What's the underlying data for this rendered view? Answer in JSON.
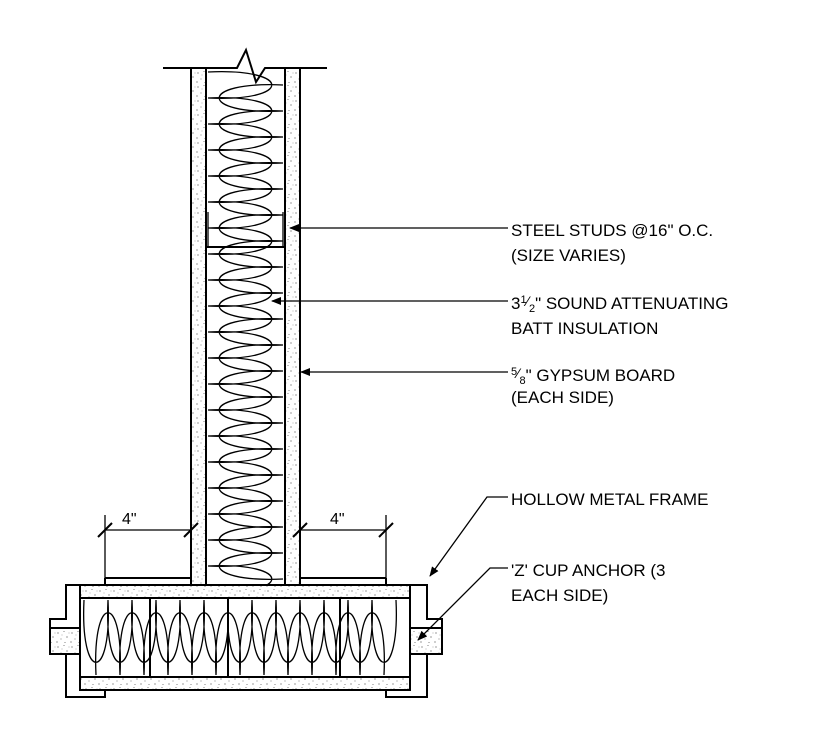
{
  "labels": {
    "studs_line1": "STEEL STUDS @16\" O.C.",
    "studs_line2": "(SIZE VARIES)",
    "insulation_line1_prefix": "3",
    "insulation_line1_frac_num": "1",
    "insulation_line1_frac_den": "2",
    "insulation_line1_rest": "\" SOUND ATTENUATING",
    "insulation_line2": "BATT INSULATION",
    "gypsum_line1_frac_num": "5",
    "gypsum_line1_frac_den": "8",
    "gypsum_line1_rest": "\" GYPSUM BOARD",
    "gypsum_line2": "(EACH SIDE)",
    "frame_label": "HOLLOW METAL FRAME",
    "anchor_line1": "'Z' CUP ANCHOR (3",
    "anchor_line2": "EACH SIDE)"
  },
  "dimensions": {
    "left": "4\"",
    "right": "4\""
  },
  "colors": {
    "line": "#000000",
    "speckle": "#555555",
    "background": "#ffffff"
  }
}
